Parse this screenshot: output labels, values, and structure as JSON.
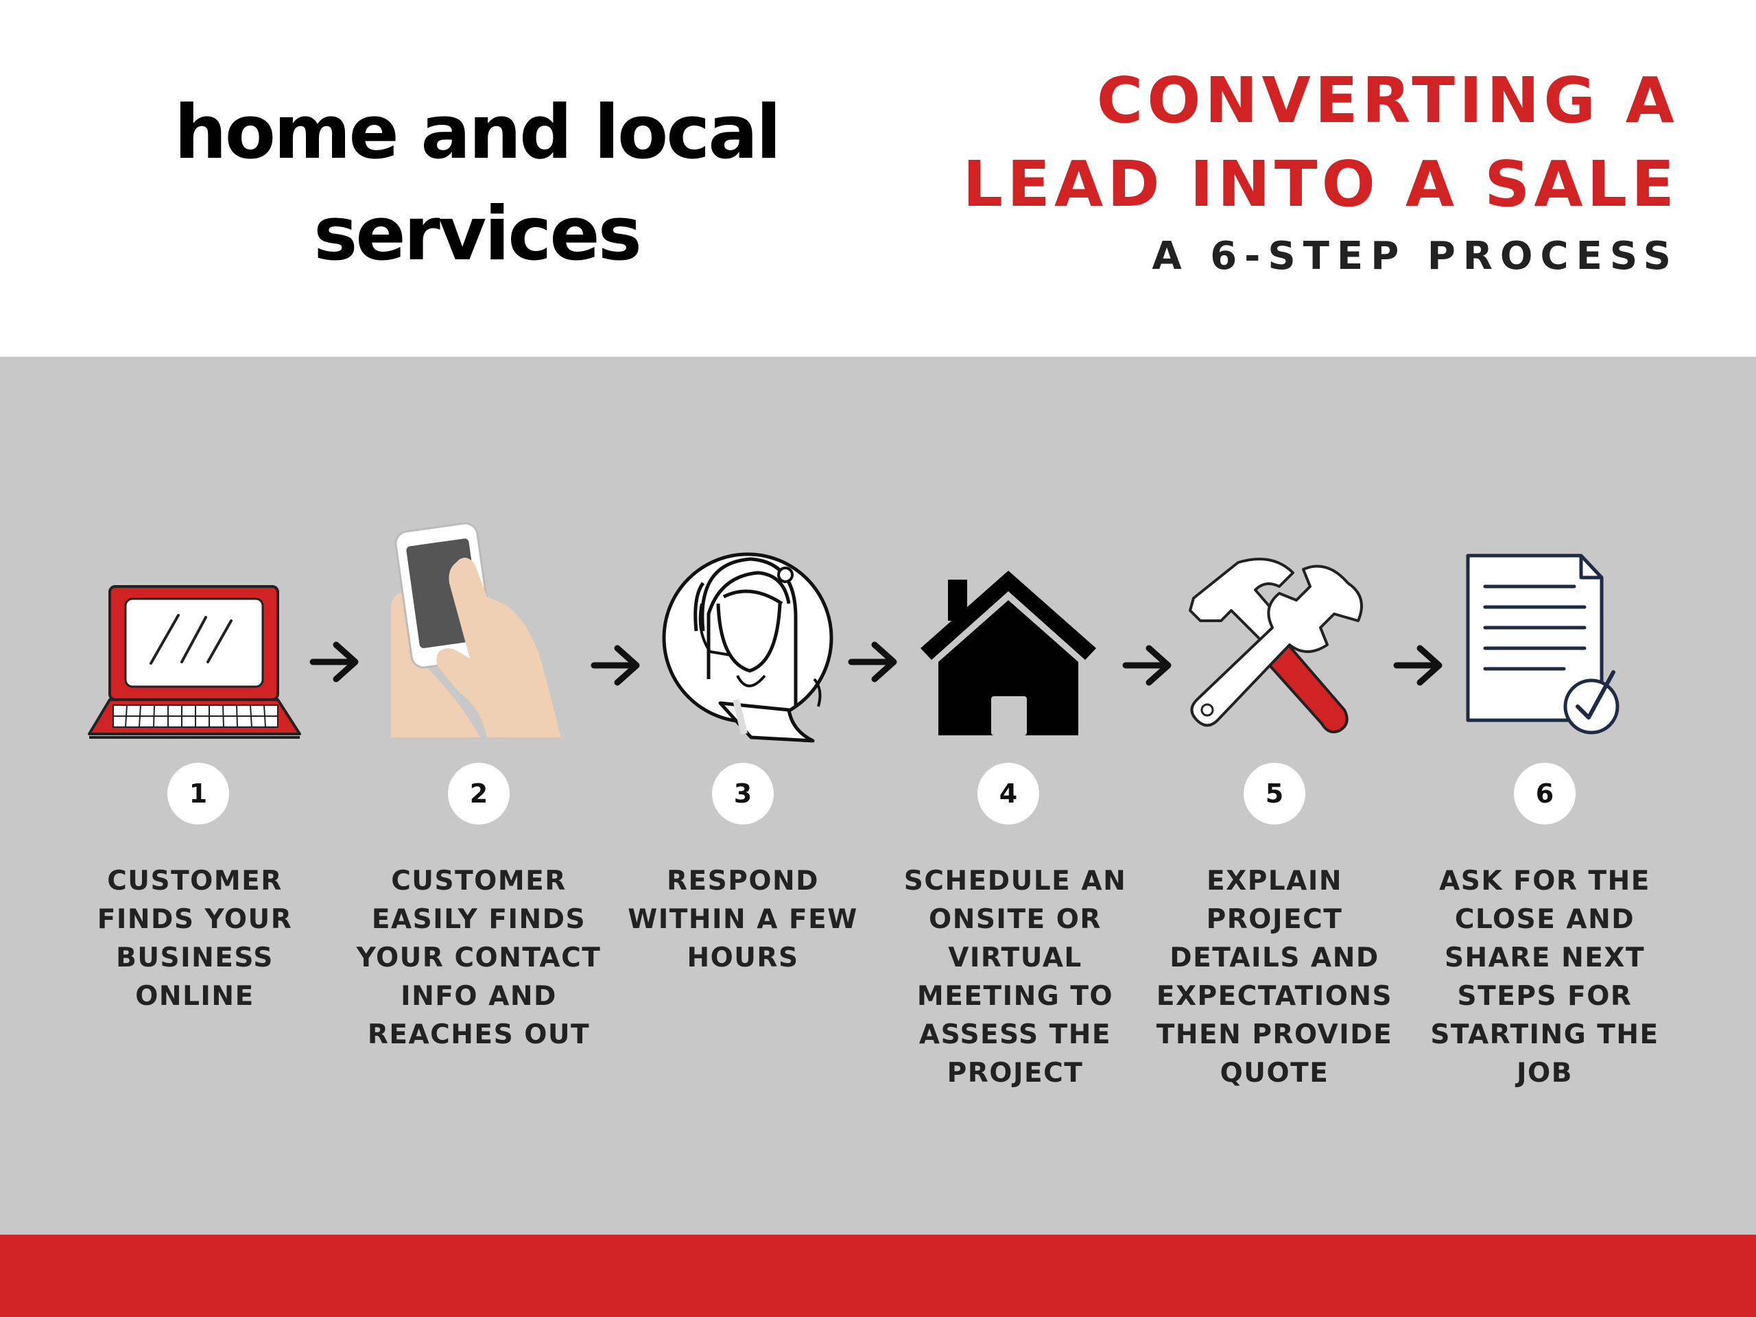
{
  "header": {
    "brand": "home and local services",
    "title_line1": "CONVERTING A",
    "title_line2": "LEAD INTO A SALE",
    "subtitle": "A 6-STEP PROCESS"
  },
  "colors": {
    "accent": "#d12224",
    "panel": "#c8c8c8",
    "text": "#222222"
  },
  "steps": [
    {
      "number": "1",
      "text": "CUSTOMER FINDS YOUR BUSINESS ONLINE",
      "icon": "laptop-icon"
    },
    {
      "number": "2",
      "text": "CUSTOMER EASILY FINDS YOUR CONTACT INFO AND REACHES OUT",
      "icon": "smartphone-hand-icon"
    },
    {
      "number": "3",
      "text": "RESPOND WITHIN A FEW HOURS",
      "icon": "customer-service-agent-icon"
    },
    {
      "number": "4",
      "text": "SCHEDULE AN ONSITE OR VIRTUAL MEETING TO ASSESS THE PROJECT",
      "icon": "house-icon"
    },
    {
      "number": "5",
      "text": "EXPLAIN PROJECT DETAILS AND EXPECTATIONS THEN PROVIDE QUOTE",
      "icon": "hammer-wrench-icon"
    },
    {
      "number": "6",
      "text": "ASK FOR THE CLOSE AND SHARE NEXT STEPS FOR STARTING THE JOB",
      "icon": "document-check-icon"
    }
  ]
}
